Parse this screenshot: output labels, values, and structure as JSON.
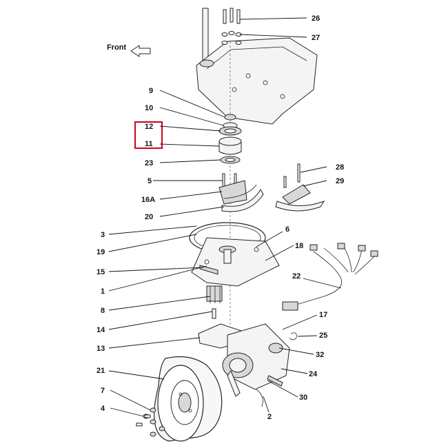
{
  "orientation_label": "Front",
  "highlight_color": "#d0021b",
  "callouts": {
    "c26": "26",
    "c27": "27",
    "c9": "9",
    "c10": "10",
    "c12": "12",
    "c11": "11",
    "c23": "23",
    "c28": "28",
    "c29": "29",
    "c5": "5",
    "c16a": "16A",
    "c20": "20",
    "c3": "3",
    "c6": "6",
    "c19": "19",
    "c18": "18",
    "c15": "15",
    "c22": "22",
    "c1": "1",
    "c8": "8",
    "c14": "14",
    "c17": "17",
    "c25": "25",
    "c13": "13",
    "c32": "32",
    "c21": "21",
    "c24": "24",
    "c7": "7",
    "c30": "30",
    "c4": "4",
    "c2": "2"
  }
}
